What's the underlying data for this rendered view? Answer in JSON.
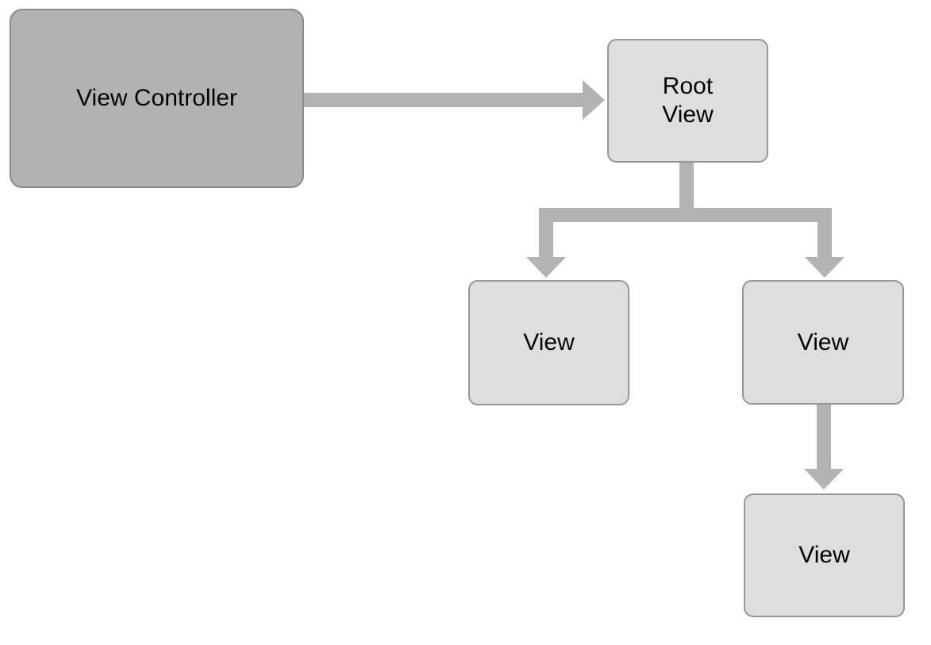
{
  "diagram": {
    "type": "view-hierarchy-diagram",
    "nodes": [
      {
        "id": "view-controller",
        "label": "View Controller",
        "role": "controller"
      },
      {
        "id": "root-view",
        "label": "Root\nView",
        "role": "view"
      },
      {
        "id": "view-left",
        "label": "View",
        "role": "view"
      },
      {
        "id": "view-right",
        "label": "View",
        "role": "view"
      },
      {
        "id": "view-bottom",
        "label": "View",
        "role": "view"
      }
    ],
    "edges": [
      {
        "from": "view-controller",
        "to": "root-view"
      },
      {
        "from": "root-view",
        "to": "view-left"
      },
      {
        "from": "root-view",
        "to": "view-right"
      },
      {
        "from": "view-right",
        "to": "view-bottom"
      }
    ],
    "colors": {
      "bg": "#ffffff",
      "controller_fill": "#b2b2b2",
      "controller_border": "#8b8b8b",
      "view_fill": "#dedede",
      "view_border": "#979797",
      "arrow": "#b3b3b3",
      "text": "#000000"
    }
  }
}
